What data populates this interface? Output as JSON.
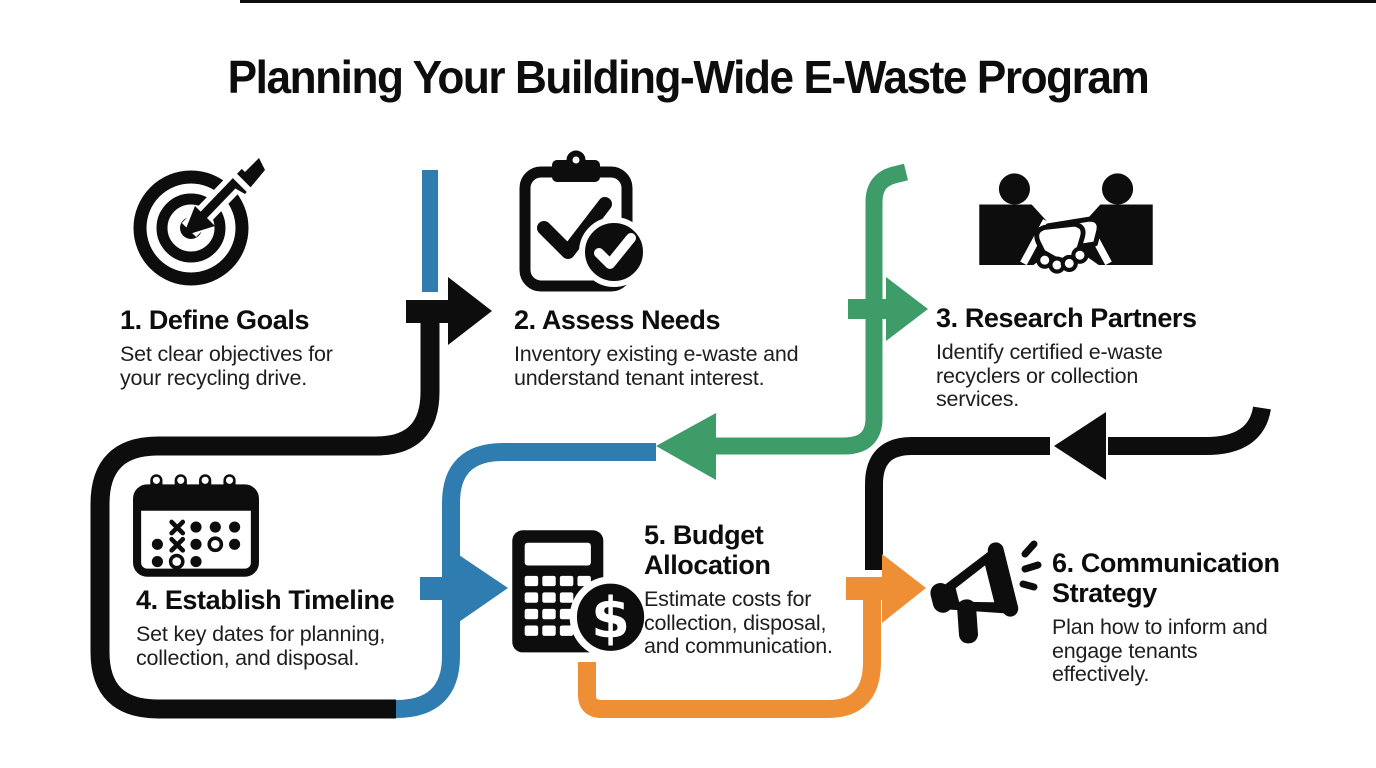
{
  "title": "Planning Your Building-Wide E-Waste Program",
  "steps": [
    {
      "heading": "1. Define Goals",
      "description": "Set clear objectives for your recycling drive.",
      "icon": "target-icon"
    },
    {
      "heading": "2. Assess Needs",
      "description": "Inventory existing e-waste and understand tenant interest.",
      "icon": "clipboard-check-icon"
    },
    {
      "heading": "3. Research Partners",
      "description": "Identify certified e-waste recyclers or collection services.",
      "icon": "handshake-icon"
    },
    {
      "heading": "4. Establish Timeline",
      "description": "Set key dates for planning, collection, and disposal.",
      "icon": "calendar-icon"
    },
    {
      "heading": "5. Budget Allocation",
      "description": "Estimate costs for collection, disposal, and communication.",
      "icon": "calculator-dollar-icon"
    },
    {
      "heading": "6. Communication Strategy",
      "description": "Plan how to inform and engage tenants effectively.",
      "icon": "megaphone-icon"
    }
  ],
  "badge_symbol": "$",
  "palette": {
    "black": "#0d0d0d",
    "blue": "#2e7cb0",
    "green": "#3d9c68",
    "orange": "#ee8f36",
    "background": "#ffffff"
  }
}
